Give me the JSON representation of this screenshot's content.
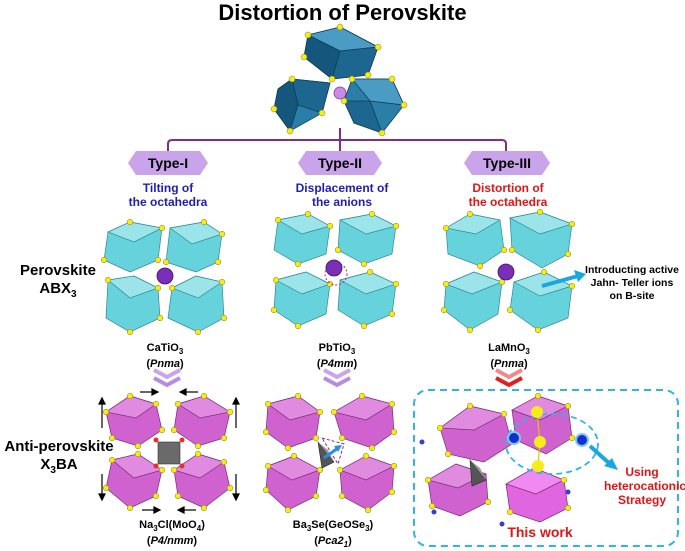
{
  "title": "Distortion of Perovskite",
  "types": [
    {
      "label": "Type-I",
      "desc_line1": "Tilting of",
      "desc_line2": "the octahedra"
    },
    {
      "label": "Type-II",
      "desc_line1": "Displacement of",
      "desc_line2": "the anions"
    },
    {
      "label": "Type-III",
      "desc_line1": "Distortion of",
      "desc_line2": "the octahedra"
    }
  ],
  "rows": {
    "perovskite_line1": "Perovskite",
    "perovskite_line2": "ABX",
    "perovskite_sub": "3",
    "anti_line1": "Anti-perovskite",
    "anti_line2": "X",
    "anti_sub": "3",
    "anti_tail": "BA"
  },
  "perovskites": [
    {
      "formula_main": "CaTiO",
      "formula_sub": "3",
      "group": "Pnma"
    },
    {
      "formula_main": "PbTiO",
      "formula_sub": "3",
      "group": "P4mm"
    },
    {
      "formula_main": "LaMnO",
      "formula_sub": "3",
      "group": "Pnma"
    }
  ],
  "antiperovskites": [
    {
      "p1": "Na",
      "s1": "3",
      "p2": "Cl(MoO",
      "s2": "4",
      "p3": ")",
      "group": "P4/nmm"
    },
    {
      "p1": "Ba",
      "s1": "3",
      "p2": "Se(GeOSe",
      "s2": "3",
      "p3": ")",
      "group": "Pca2",
      "group_sub": "1"
    }
  ],
  "annotation_jt": [
    "Introducting active",
    "Jahn- Teller ions",
    "on B-site"
  ],
  "annotation_strategy": [
    "Using",
    "heterocationic",
    "Strategy"
  ],
  "this_work": "This work",
  "colors": {
    "top_octa": "#1f6f96",
    "cyan_octa": "#66d3dc",
    "pink_octa": "#cf62cf",
    "badge": "#c9a4ea",
    "connector": "#7a2f8c",
    "dashed": "#2eb4e8",
    "yellow_atom": "#f5ec1a"
  }
}
